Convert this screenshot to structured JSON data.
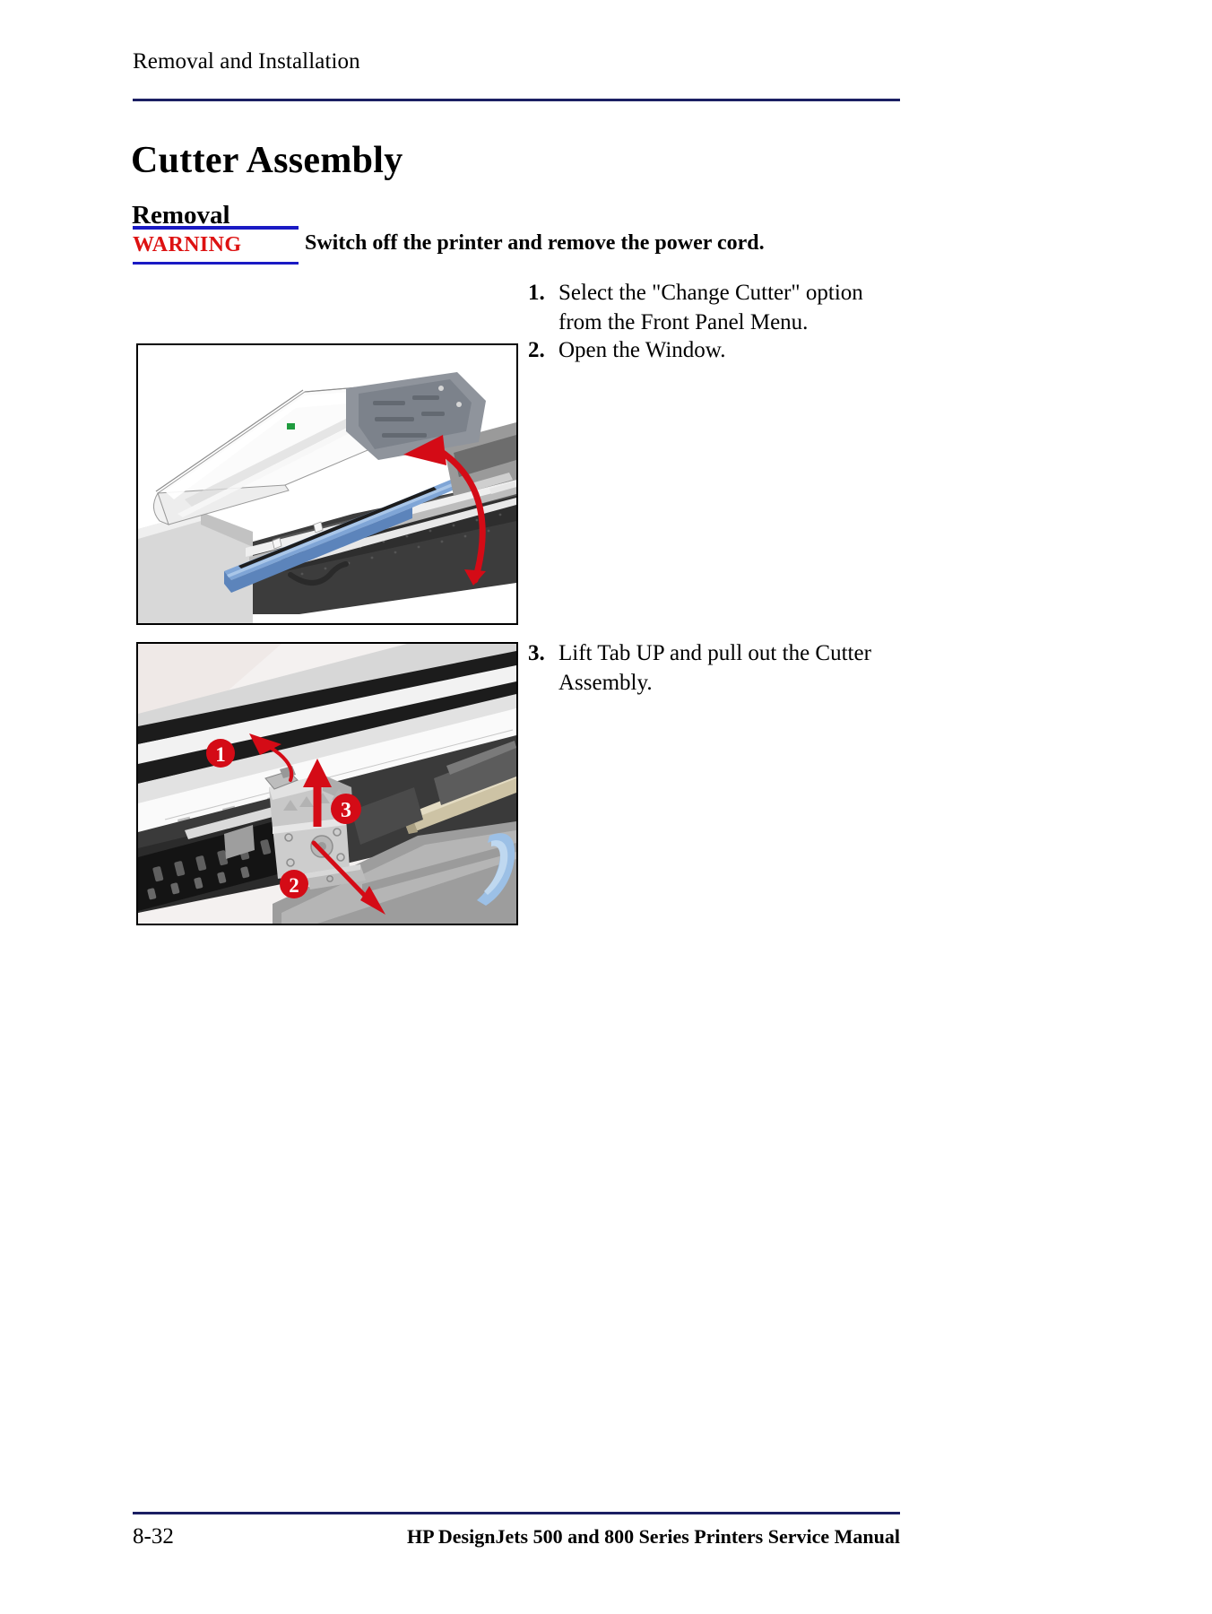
{
  "page": {
    "running_header": "Removal and Installation",
    "chapter_title": "Cutter Assembly",
    "section_title": "Removal"
  },
  "warning": {
    "label": "WARNING",
    "text": "Switch off the printer and remove the power cord.",
    "label_color": "#dd1111",
    "rule_color": "#1a1ac4"
  },
  "steps": [
    {
      "number": "1.",
      "text": "Select the \"Change Cutter\" option from the Front Panel Menu."
    },
    {
      "number": "2.",
      "text": "Open the Window."
    },
    {
      "number": "3.",
      "text": "Lift Tab UP and pull out the Cutter Assembly."
    }
  ],
  "figures": [
    {
      "id": "figure-open-window",
      "caption": "",
      "callouts": [],
      "description": "Printer with transparent window being opened, red curved arrow"
    },
    {
      "id": "figure-cutter-assembly",
      "caption": "",
      "callouts": [
        "1",
        "2",
        "3"
      ],
      "description": "Close-up of carriage and cutter assembly with three numbered red callouts"
    }
  ],
  "footer": {
    "page_number": "8-32",
    "manual_title": "HP DesignJets 500 and 800 Series Printers Service Manual",
    "rule_color": "#1b1f63"
  },
  "colors": {
    "header_rule": "#1b1f63",
    "warning_rule": "#1a1ac4",
    "warning_text": "#dd1111",
    "callout_red": "#d40b16"
  }
}
